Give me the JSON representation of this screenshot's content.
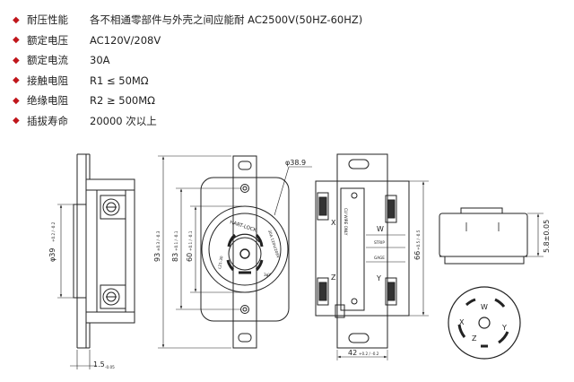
{
  "specs": [
    {
      "label": "耐压性能",
      "value": "各不相通零部件与外壳之间应能耐 AC2500V(50HZ-60HZ)"
    },
    {
      "label": "额定电压",
      "value": "AC120V/208V"
    },
    {
      "label": "额定电流",
      "value": "30A"
    },
    {
      "label": "接触电阻",
      "value": "R1 ≤ 50MΩ"
    },
    {
      "label": "绝缘电阻",
      "value": "R2 ≥ 500MΩ"
    },
    {
      "label": "插拔寿命",
      "value": "20000 次以上"
    }
  ],
  "bullet": "◆",
  "dimensions": {
    "phi39": "φ39",
    "phi39_tol": "+0.2 / -0.2",
    "w15": "1.5",
    "w15_tol": "-0.05",
    "h93": "93",
    "h93_tol": "±0.3 / -0.3",
    "h83": "83",
    "h83_tol": "+0.1 / -0.1",
    "h60": "60",
    "h60_tol": "+0.1 / -0.1",
    "phi389": "φ38.9",
    "h66": "66",
    "h66_tol": "+0.5 / -0.5",
    "w42": "42",
    "w42_tol": "+0.2 / -0.2",
    "h58": "5.8±0.05"
  },
  "face_labels": {
    "arc_top": "HART-LOCK",
    "left": "L21-30",
    "right": "30A 120V/208V",
    "small": "3φY"
  },
  "rear_labels": {
    "x_top": "X",
    "w": "W",
    "z": "Z",
    "y": "Y",
    "strip": "STRIP",
    "gage": "GAGE",
    "cu_wire": "CU WIRE ONLY"
  },
  "pin_labels": {
    "x": "X",
    "w": "W",
    "y": "Y",
    "z": "Z"
  }
}
